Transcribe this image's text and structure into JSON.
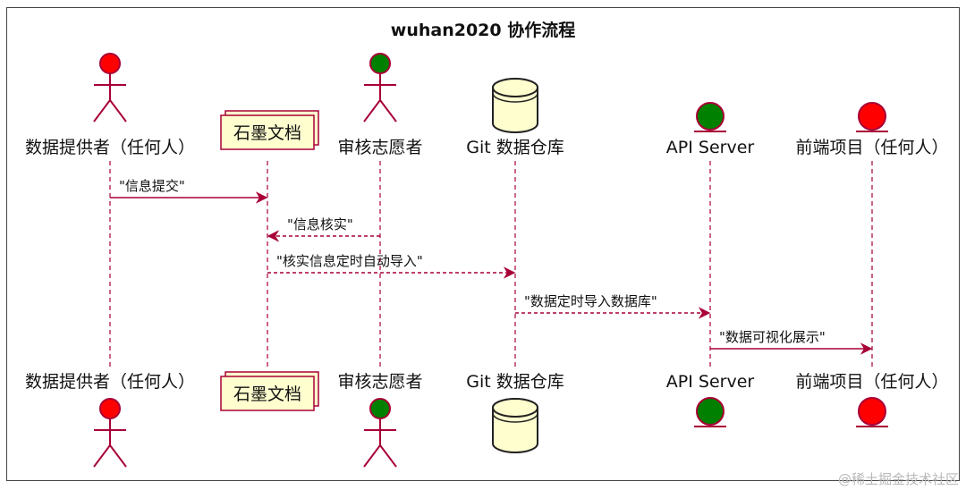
{
  "title": "wuhan2020 协作流程",
  "participants": [
    {
      "id": "provider",
      "label": "数据提供者（任何人）",
      "kind": "actor",
      "color": "#ff0000"
    },
    {
      "id": "shimo",
      "label": "石墨文档",
      "kind": "collections",
      "color": "#fefecf"
    },
    {
      "id": "reviewer",
      "label": "审核志愿者",
      "kind": "actor",
      "color": "#008000"
    },
    {
      "id": "git",
      "label": "Git 数据仓库",
      "kind": "database",
      "color": "#fefecf"
    },
    {
      "id": "api",
      "label": "API Server",
      "kind": "entity",
      "color": "#008000"
    },
    {
      "id": "frontend",
      "label": "前端项目（任何人）",
      "kind": "entity",
      "color": "#ff0000"
    }
  ],
  "messages": [
    {
      "from": "provider",
      "to": "shimo",
      "label": "\"信息提交\"",
      "style": "solid"
    },
    {
      "from": "reviewer",
      "to": "shimo",
      "label": "\"信息核实\"",
      "style": "dashed"
    },
    {
      "from": "shimo",
      "to": "git",
      "label": "\"核实信息定时自动导入\"",
      "style": "dashed"
    },
    {
      "from": "git",
      "to": "api",
      "label": "\"数据定时导入数据库\"",
      "style": "dashed"
    },
    {
      "from": "api",
      "to": "frontend",
      "label": "\"数据可视化展示\"",
      "style": "solid"
    }
  ],
  "colors": {
    "arrow": "#a80036",
    "lifeline": "#a80036",
    "border": "#a80036",
    "box_fill": "#fefecf"
  },
  "watermark": "@稀土掘金技术社区"
}
